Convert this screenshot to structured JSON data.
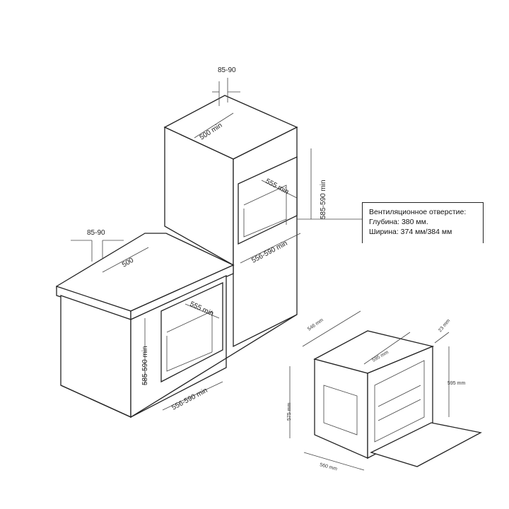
{
  "cabinet_dims": {
    "tall_top_gap": "85-90",
    "tall_depth": "500 min",
    "tall_niche_depth": "555 min",
    "tall_niche_height": "585-590 min",
    "tall_niche_width": "556-590 min",
    "counter_gap": "85-90",
    "counter_depth": "500",
    "lower_niche_depth": "555 min",
    "lower_niche_height": "585-590 min",
    "lower_niche_width": "556-590 min"
  },
  "ventilation": {
    "title": "Вентиляционное отверстие:",
    "depth": "Глубина: 380 мм.",
    "width": "Ширина: 374 мм/384 мм"
  },
  "oven_dims": {
    "depth": "546 mm",
    "width_top": "595 mm",
    "panel": "23 mm",
    "height": "595 mm",
    "body_height": "575 mm",
    "body_width": "560 mm"
  }
}
